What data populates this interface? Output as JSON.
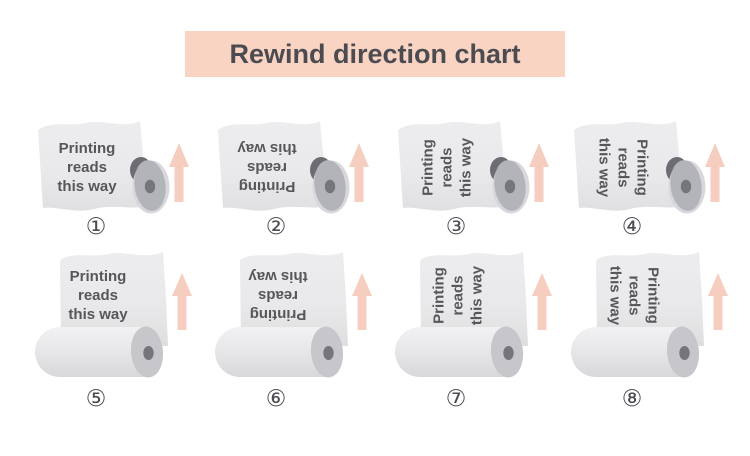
{
  "title": "Rewind direction chart",
  "paper_text": "Printing\nreads\nthis way",
  "units": [
    {
      "num": "①",
      "row": "top",
      "text_rotation_deg": 0,
      "reading": "text upright, paper feeds over the top"
    },
    {
      "num": "②",
      "row": "top",
      "text_rotation_deg": 180,
      "reading": "text upside down, paper feeds over the top"
    },
    {
      "num": "③",
      "row": "top",
      "text_rotation_deg": -90,
      "reading": "text rotated left, paper feeds over the top"
    },
    {
      "num": "④",
      "row": "top",
      "text_rotation_deg": 90,
      "reading": "text rotated right, paper feeds over the top"
    },
    {
      "num": "⑤",
      "row": "bottom",
      "text_rotation_deg": 0,
      "reading": "text upright, paper feeds from behind roll"
    },
    {
      "num": "⑥",
      "row": "bottom",
      "text_rotation_deg": 180,
      "reading": "text upside down, paper feeds from behind roll"
    },
    {
      "num": "⑦",
      "row": "bottom",
      "text_rotation_deg": -90,
      "reading": "text rotated left, paper feeds from behind roll"
    },
    {
      "num": "⑧",
      "row": "bottom",
      "text_rotation_deg": 90,
      "reading": "text rotated right, paper feeds from behind roll"
    }
  ],
  "arrow_direction": "up",
  "colors": {
    "banner_bg": "#f9d4c3",
    "banner_text": "#4b4b51",
    "arrow": "#f5cebf",
    "paper": "#e9e9eb",
    "roll_end_top_row": "#b3b3ba",
    "roll_end_bottom_row": "#c7c7cb",
    "roll_core": "#75757c",
    "label_text": "#56565b",
    "background": "#ffffff"
  }
}
